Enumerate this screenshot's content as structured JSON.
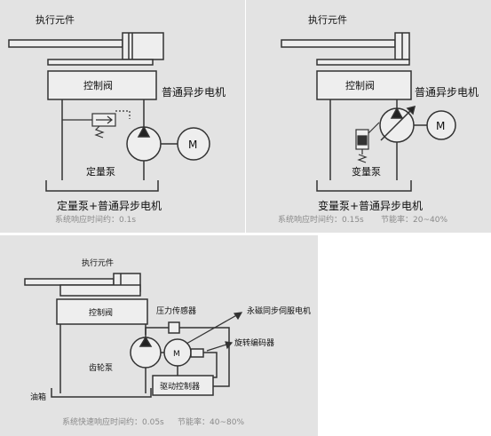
{
  "panel1": {
    "actuator": "执行元件",
    "valve": "控制阀",
    "motor_label": "普通异步电机",
    "motor_symbol": "M",
    "pump": "定量泵",
    "caption": "定量泵+普通异步电机",
    "response": "系统响应时间约：0.1s"
  },
  "panel2": {
    "actuator": "执行元件",
    "valve": "控制阀",
    "motor_label": "普通异步电机",
    "motor_symbol": "M",
    "pump": "变量泵",
    "caption": "变量泵+普通异步电机",
    "response": "系统响应时间约：0.15s",
    "saving": "节能率：20~40%"
  },
  "panel3": {
    "actuator": "执行元件",
    "valve": "控制阀",
    "pressure_sensor": "压力传感器",
    "servo_motor": "永磁同步伺服电机",
    "motor_symbol": "M",
    "gear_pump": "齿轮泵",
    "encoder": "旋转编码器",
    "tank": "油箱",
    "driver": "驱动控制器",
    "response": "系统快速响应时间约：0.05s",
    "saving": "节能率：40~80%"
  },
  "colors": {
    "panel_bg": "#e3e3e3",
    "box_fill": "#eeeeee",
    "stroke": "#333333",
    "caption_gray": "#8a8a8a"
  }
}
